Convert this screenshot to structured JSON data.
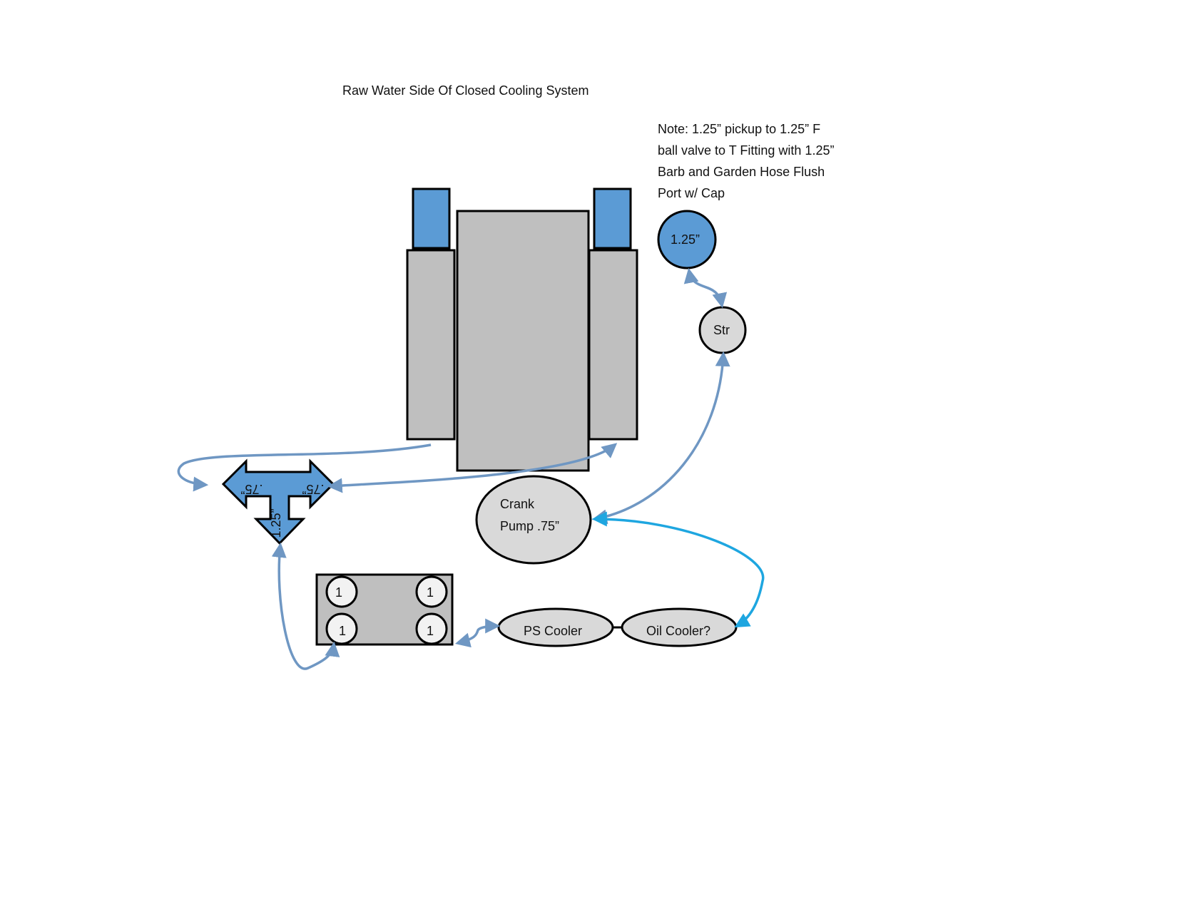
{
  "title": "Raw Water Side Of Closed Cooling System",
  "note": {
    "lines": [
      "Note: 1.25” pickup to 1.25” F",
      "ball valve to T Fitting with 1.25”",
      "Barb and Garden Hose Flush",
      "Port w/ Cap"
    ]
  },
  "pickup": {
    "label": "1.25”"
  },
  "strainer": {
    "label": "Str"
  },
  "crank_pump": {
    "line1": "Crank",
    "line2": "Pump .75”"
  },
  "tee_fitting": {
    "left_label": ".75”",
    "right_label": ".75”",
    "bottom_label": "1.25”"
  },
  "manifold": {
    "ports": [
      "1",
      "1",
      "1",
      "1"
    ]
  },
  "ps_cooler": {
    "label": "PS Cooler"
  },
  "oil_cooler": {
    "label": "Oil Cooler?"
  },
  "colors": {
    "blue_fill": "#5b9bd5",
    "gray_fill": "#bfbfbf",
    "light_gray_fill": "#d9d9d9",
    "line_steel": "#6f97c3",
    "line_bright": "#1ea6e0",
    "outline": "#000000"
  }
}
